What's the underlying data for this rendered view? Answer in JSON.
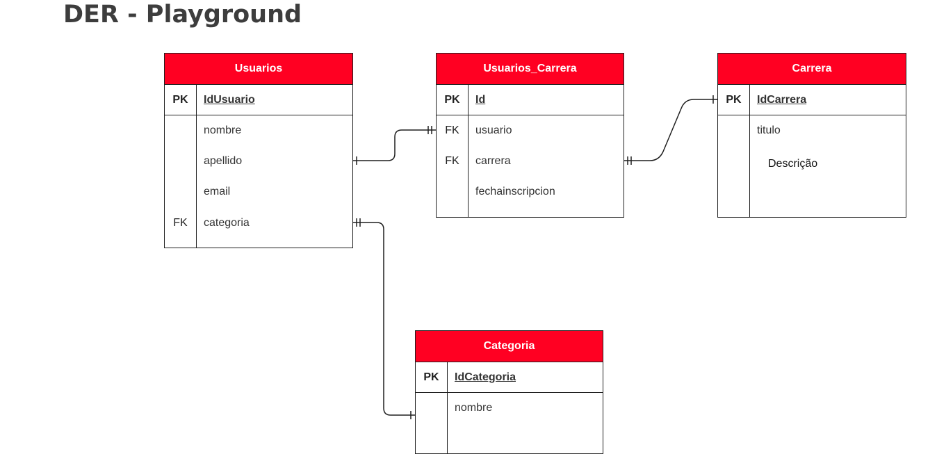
{
  "title": "DER - Playground",
  "entities": {
    "usuarios": {
      "name": "Usuarios",
      "pk": {
        "key": "PK",
        "field": "IdUsuario"
      },
      "fields": [
        {
          "key": "",
          "field": "nombre"
        },
        {
          "key": "",
          "field": "apellido"
        },
        {
          "key": "",
          "field": "email"
        },
        {
          "key": "FK",
          "field": "categoria"
        }
      ]
    },
    "usuarios_carrera": {
      "name": "Usuarios_Carrera",
      "pk": {
        "key": "PK",
        "field": "Id"
      },
      "fields": [
        {
          "key": "FK",
          "field": "usuario"
        },
        {
          "key": "FK",
          "field": "carrera"
        },
        {
          "key": "",
          "field": "fechainscripcion"
        }
      ]
    },
    "carrera": {
      "name": "Carrera",
      "pk": {
        "key": "PK",
        "field": "IdCarrera"
      },
      "fields": [
        {
          "key": "",
          "field": "titulo"
        }
      ],
      "note": "Descrição"
    },
    "categoria": {
      "name": "Categoria",
      "pk": {
        "key": "PK",
        "field": "IdCategoria"
      },
      "fields": [
        {
          "key": "",
          "field": "nombre"
        }
      ]
    }
  },
  "colors": {
    "header": "#ff0022",
    "title": "#3d3d3d",
    "line": "#1f1f1f"
  }
}
